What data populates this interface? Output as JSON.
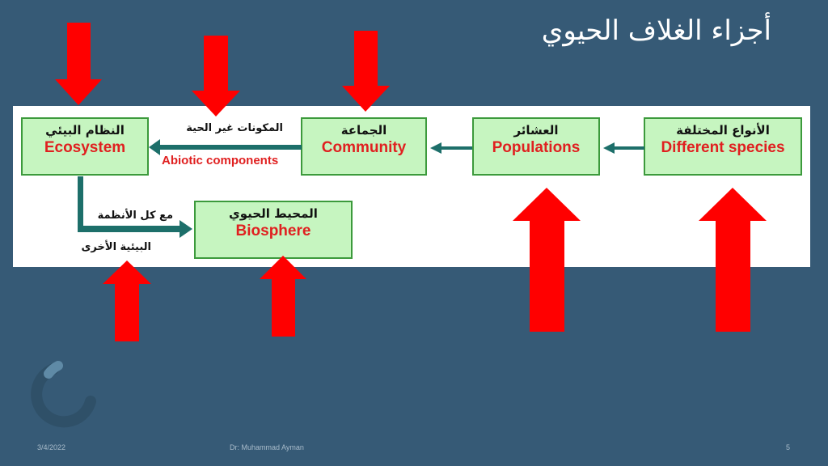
{
  "slide": {
    "title": "أجزاء الغلاف الحيوي",
    "footer": {
      "date": "3/4/2022",
      "author": "Dr: Muhammad Ayman",
      "page": "5"
    }
  },
  "diagram": {
    "nodes": [
      {
        "id": "ecosystem",
        "ar": "النظام البيئي",
        "en": "Ecosystem"
      },
      {
        "id": "community",
        "ar": "الجماعة",
        "en": "Community"
      },
      {
        "id": "populations",
        "ar": "العشائر",
        "en": "Populations"
      },
      {
        "id": "species",
        "ar": "الأنواع المختلفة",
        "en": "Different species"
      },
      {
        "id": "biosphere",
        "ar": "المحيط الحيوي",
        "en": "Biosphere"
      }
    ],
    "edge_labels": {
      "abiotic_ar": "المكونات غير الحية",
      "abiotic_en": "Abiotic components",
      "other_line1": "مع كل الأنظمة",
      "other_line2": "البيئية الأخرى"
    }
  },
  "colors": {
    "background": "#365a76",
    "box_fill": "#c6f5c0",
    "box_border": "#3c9a3c",
    "flow_arrow": "#1d6f6a",
    "pointer_arrow": "#ff0000",
    "english_text": "#e02020"
  }
}
